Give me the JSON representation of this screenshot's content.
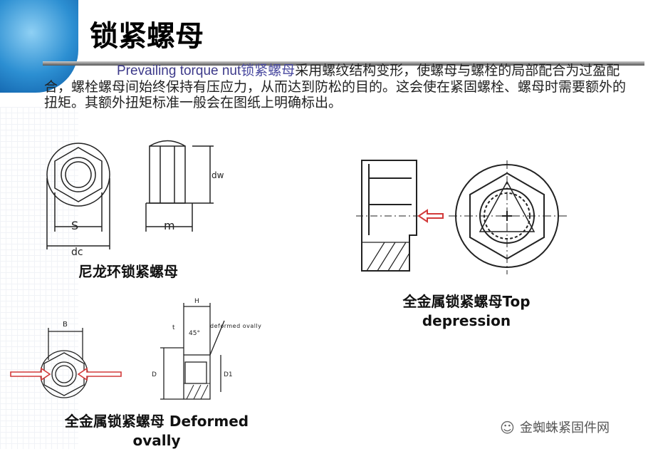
{
  "title": "锁紧螺母",
  "intro": {
    "en_term": "Prevailing torque nut",
    "cn_term": "锁紧螺母",
    "text": "采用螺纹结构变形，使螺母与螺栓的局部配合为过盈配合，螺栓螺母间始终保持有压应力，从而达到防松的目的。这会使在紧固螺栓、螺母时需要额外的扭矩。其额外扭矩标准一般会在图纸上明确标出。"
  },
  "figures": {
    "nylon": {
      "caption": "尼龙环锁紧螺母",
      "labels": {
        "s": "S",
        "m": "m",
        "dc": "dc",
        "dw": "dw"
      }
    },
    "top_depression": {
      "caption_line1": "全金属锁紧螺母Top",
      "caption_line2": "depression"
    },
    "deformed": {
      "caption_line1": "全金属锁紧螺母 Deformed",
      "caption_line2": "ovally",
      "labels": {
        "b": "B",
        "h": "H",
        "t": "t",
        "angle": "45°",
        "note": "deformed ovally",
        "d": "D",
        "d1": "D1"
      }
    }
  },
  "watermark": "金蜘蛛紧固件网",
  "colors": {
    "arrow": "#d23a3a",
    "accent": "#3d3a8a"
  }
}
